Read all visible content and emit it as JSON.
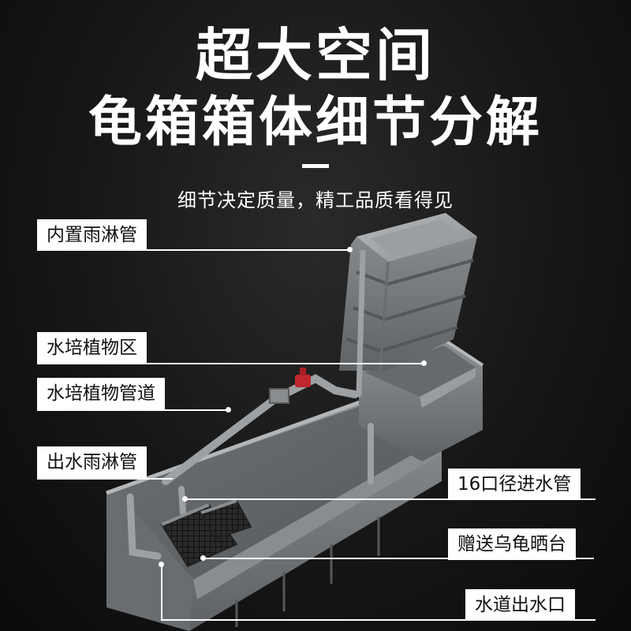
{
  "headline": {
    "line1": "超大空间",
    "line2": "龟箱箱体细节分解"
  },
  "subtitle": "细节决定质量，精工品质看得见",
  "callouts": {
    "rain_pipe": "内置雨淋管",
    "hydro_area": "水培植物区",
    "hydro_pipe": "水培植物管道",
    "out_rain": "出水雨淋管",
    "inlet": "16口径进水管",
    "basking": "赠送乌龟晒台",
    "outlet": "水道出水口"
  },
  "colors": {
    "background": "#141414",
    "box_gray": "#7c7f82",
    "valve_red": "#c0272d",
    "label_bg": "#ffffff"
  }
}
